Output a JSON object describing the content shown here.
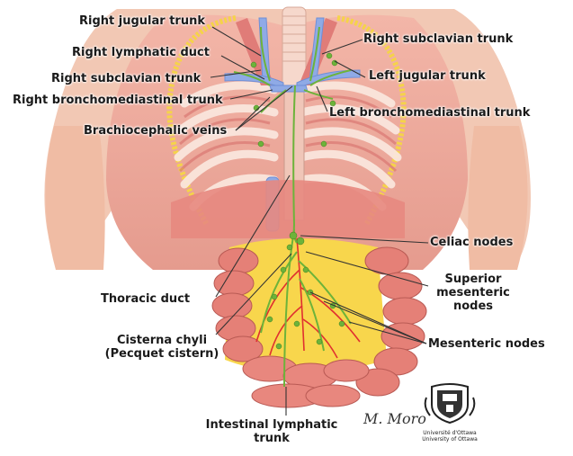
{
  "labels": {
    "right_jugular_trunk": "Right jugular trunk",
    "right_lymphatic_duct": "Right lymphatic duct",
    "right_subclavian_trunk_left": "Right subclavian trunk",
    "right_bronchomediastinal_trunk": "Right bronchomediastinal trunk",
    "brachiocephalic_veins": "Brachiocephalic veins",
    "right_subclavian_trunk_right": "Right subclavian trunk",
    "left_jugular_trunk": "Left jugular trunk",
    "left_bronchomediastinal_trunk": "Left bronchomediastinal trunk",
    "celiac_nodes": "Celiac nodes",
    "superior_mesenteric_nodes_1": "Superior",
    "superior_mesenteric_nodes_2": "mesenteric",
    "superior_mesenteric_nodes_3": "nodes",
    "mesenteric_nodes": "Mesenteric nodes",
    "thoracic_duct": "Thoracic duct",
    "cisterna_chyli_1": "Cisterna chyli",
    "cisterna_chyli_2": "(Pecquet cistern)",
    "intestinal_lymphatic_trunk_1": "Intestinal lymphatic",
    "intestinal_lymphatic_trunk_2": "trunk"
  },
  "logo": {
    "line1": "Université d'Ottawa",
    "line2": "University of Ottawa"
  },
  "signature": "M. Moro",
  "colors": {
    "muscle": "#e98a86",
    "muscle_dark": "#c9605e",
    "skin": "#f2c2a8",
    "fat": "#f5d34a",
    "intestine": "#e6817c",
    "lymph": "#7fbf3f",
    "vein": "#7f9fe0",
    "artery": "#e03030",
    "leader": "#333333"
  }
}
